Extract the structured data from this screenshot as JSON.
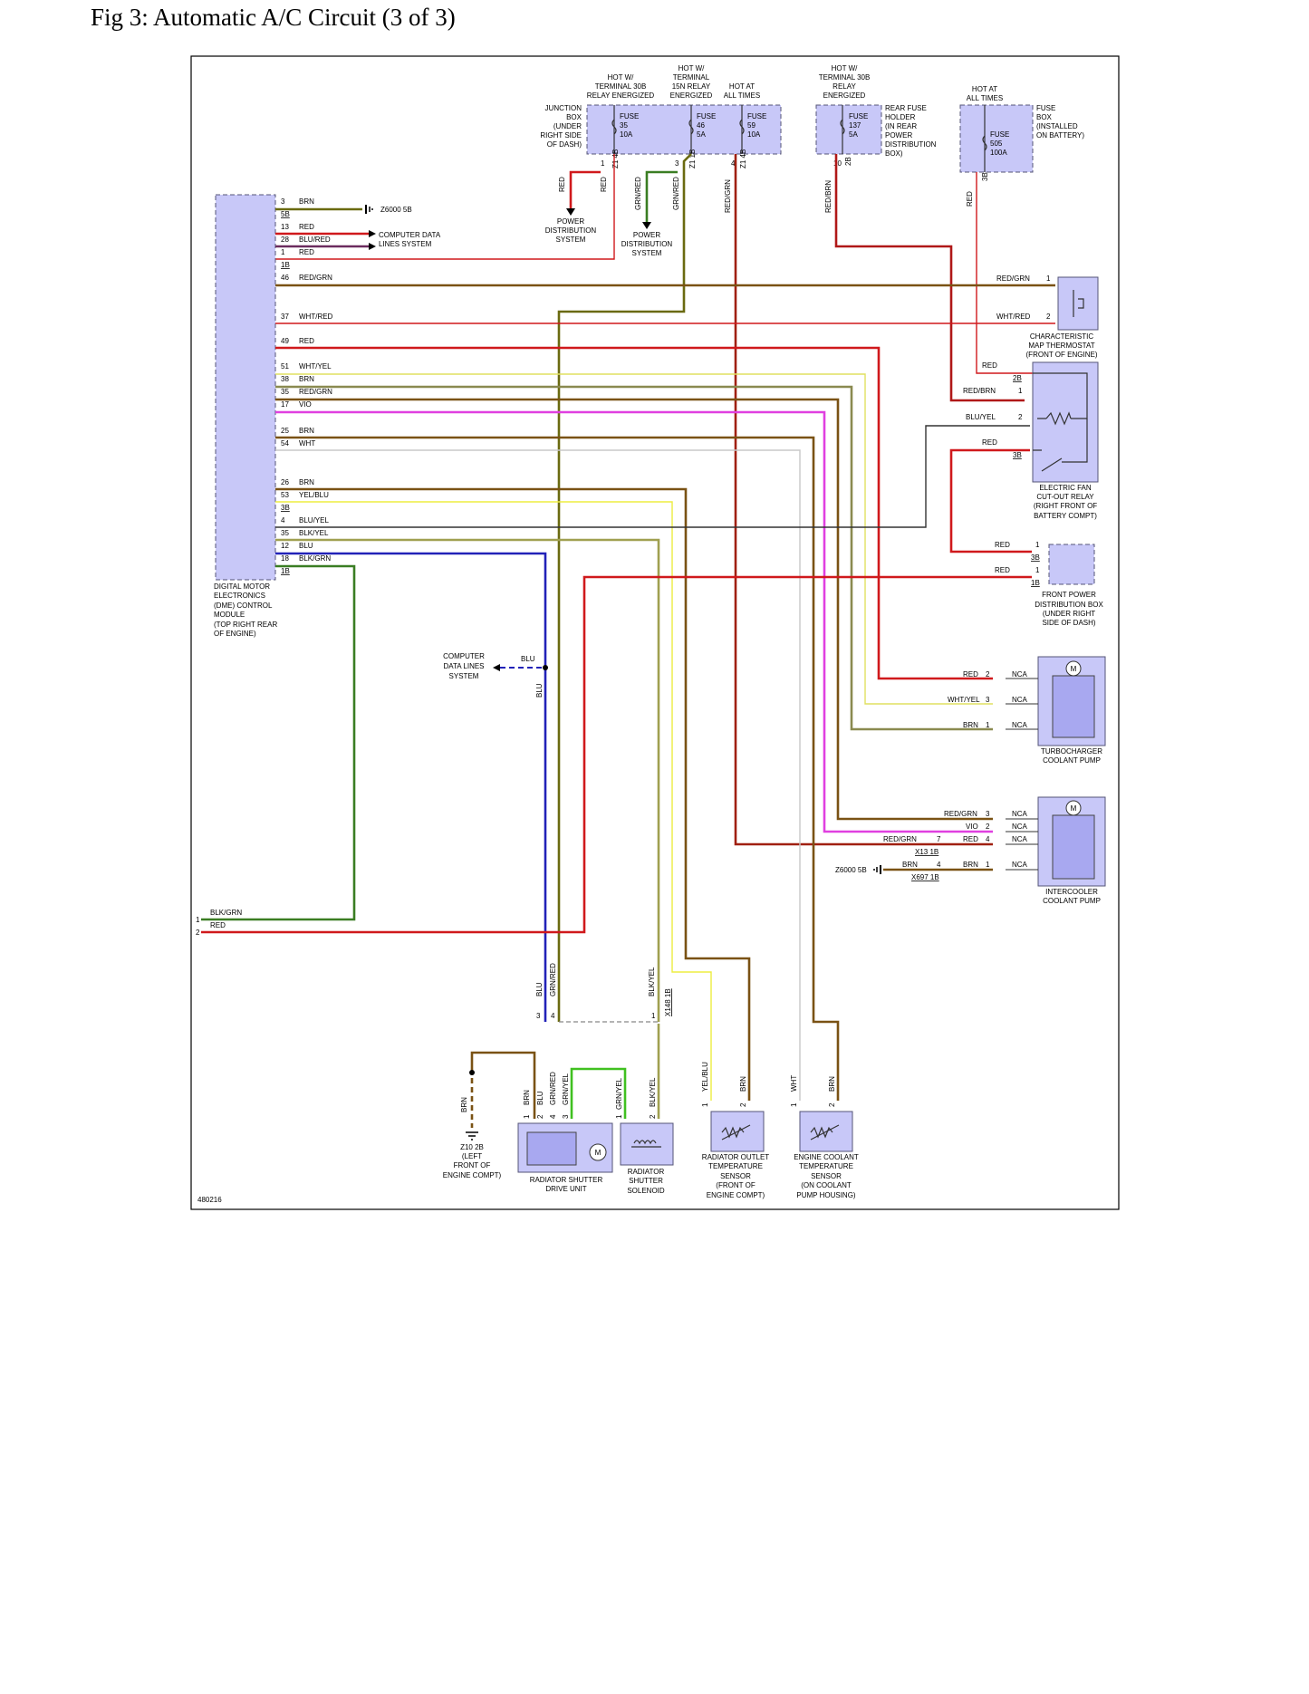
{
  "title": "Fig 3: Automatic A/C Circuit (3 of 3)",
  "figure_id": "480216",
  "colors": {
    "RED": "#d0191c",
    "BRN": "#7a5a14",
    "GRN": "#3a7d23",
    "BLU": "#2222b8",
    "VIO": "#e040e0",
    "WHT": "#c8c8c8",
    "YEL": "#e8e820",
    "BLK": "#222222",
    "component_fill": "#c8c8f8",
    "component_stroke": "#555577"
  },
  "header": {
    "supply1": [
      "HOT W/",
      "TERMINAL 30B",
      "RELAY ENERGIZED"
    ],
    "supply2": [
      "HOT W/",
      "TERMINAL",
      "15N RELAY",
      "ENERGIZED"
    ],
    "supply3": [
      "HOT AT",
      "ALL TIMES"
    ],
    "supply4": [
      "HOT W/",
      "TERMINAL 30B",
      "RELAY",
      "ENERGIZED"
    ],
    "supply5": [
      "HOT AT",
      "ALL TIMES"
    ]
  },
  "junction_box_label": [
    "JUNCTION",
    "BOX",
    "(UNDER",
    "RIGHT SIDE",
    "OF DASH)"
  ],
  "fuses": {
    "f35": [
      "FUSE",
      "35",
      "10A"
    ],
    "f46": [
      "FUSE",
      "46",
      "5A"
    ],
    "f59": [
      "FUSE",
      "59",
      "10A"
    ],
    "f137": [
      "FUSE",
      "137",
      "5A"
    ],
    "f505": [
      "FUSE",
      "505",
      "100A"
    ]
  },
  "rear_fuse_label": [
    "REAR FUSE",
    "HOLDER",
    "(IN REAR",
    "POWER",
    "DISTRIBUTION",
    "BOX)"
  ],
  "fuse_box_label": [
    "FUSE",
    "BOX",
    "(INSTALLED",
    "ON BATTERY)"
  ],
  "top_pins": {
    "p1": "1",
    "z1a": "Z1 4B",
    "p3": "3",
    "z1b": "Z1 1B",
    "p4": "4",
    "z1c": "Z1 4B",
    "p10": "10",
    "p2b": "2B",
    "p3b": "3B"
  },
  "top_wires": {
    "red1": "RED",
    "red2": "RED",
    "grnred1": "GRN/RED",
    "grnred2": "GRN/RED",
    "redgrn": "RED/GRN",
    "redbrn": "RED/BRN",
    "red3": "RED"
  },
  "pds_label": [
    "POWER",
    "DISTRIBUTION",
    "SYSTEM"
  ],
  "dme_pins": [
    {
      "pin": "3",
      "connector": "5B",
      "color": "BRN"
    },
    {
      "pin": "13",
      "color": "RED"
    },
    {
      "pin": "28",
      "color": "BLU/RED"
    },
    {
      "pin": "1",
      "connector": "1B",
      "color": "RED"
    },
    {
      "pin": "46",
      "color": "RED/GRN"
    },
    {
      "pin": "37",
      "color": "WHT/RED"
    },
    {
      "pin": "49",
      "color": "RED"
    },
    {
      "pin": "51",
      "color": "WHT/YEL"
    },
    {
      "pin": "38",
      "color": "BRN"
    },
    {
      "pin": "35",
      "color": "RED/GRN"
    },
    {
      "pin": "17",
      "color": "VIO"
    },
    {
      "pin": "25",
      "color": "BRN"
    },
    {
      "pin": "54",
      "color": "WHT"
    },
    {
      "pin": "26",
      "color": "BRN"
    },
    {
      "pin": "53",
      "connector": "3B",
      "color": "YEL/BLU"
    },
    {
      "pin": "4",
      "color": "BLU/YEL"
    },
    {
      "pin": "35",
      "color": "BLK/YEL"
    },
    {
      "pin": "12",
      "color": "BLU"
    },
    {
      "pin": "18",
      "connector": "1B",
      "color": "BLK/GRN"
    }
  ],
  "dme_label": [
    "DIGITAL MOTOR",
    "ELECTRONICS",
    "(DME) CONTROL",
    "MODULE",
    "(TOP RIGHT REAR",
    "OF ENGINE)"
  ],
  "ground_ref": "Z6000 5B",
  "data_lines_label": [
    "COMPUTER DATA",
    "LINES SYSTEM"
  ],
  "data_lines_label2": [
    "COMPUTER",
    "DATA LINES",
    "SYSTEM"
  ],
  "map_thermostat": {
    "label": [
      "CHARACTERISTIC",
      "MAP THERMOSTAT",
      "(FRONT OF ENGINE)"
    ],
    "w1": "RED/GRN",
    "p1": "1",
    "w2": "WHT/RED",
    "p2": "2"
  },
  "fan_relay": {
    "label": [
      "ELECTRIC FAN",
      "CUT-OUT RELAY",
      "(RIGHT FRONT OF",
      "BATTERY COMPT)"
    ],
    "w_red": "RED",
    "c2b": "2B",
    "w_redbrn": "RED/BRN",
    "p1": "1",
    "w_bluyel": "BLU/YEL",
    "p2": "2",
    "w_red2": "RED",
    "c3b": "3B"
  },
  "front_pdb": {
    "label": [
      "FRONT POWER",
      "DISTRIBUTION BOX",
      "(UNDER RIGHT",
      "SIDE OF DASH)"
    ],
    "w1": "RED",
    "p1": "1",
    "c1": "3B",
    "w2": "RED",
    "p2": "1",
    "c2": "1B"
  },
  "turbo_pump": {
    "label": [
      "TURBOCHARGER",
      "COOLANT PUMP"
    ],
    "pins": [
      {
        "wire": "RED",
        "pin": "2",
        "nca": "NCA"
      },
      {
        "wire": "WHT/YEL",
        "pin": "3",
        "nca": "NCA"
      },
      {
        "wire": "BRN",
        "pin": "1",
        "nca": "NCA"
      }
    ]
  },
  "intercooler_pump": {
    "label": [
      "INTERCOOLER",
      "COOLANT PUMP"
    ],
    "pins": [
      {
        "wire": "RED/GRN",
        "pin": "3",
        "nca": "NCA"
      },
      {
        "wire": "VIO",
        "pin": "2",
        "nca": "NCA"
      },
      {
        "wire": "RED",
        "pin": "4",
        "nca": "NCA"
      },
      {
        "wire": "BRN",
        "pin": "1",
        "nca": "NCA"
      }
    ],
    "x13": "X13 1B",
    "x697": "X697 1B",
    "redgrn": "RED/GRN",
    "p7": "7",
    "brn": "BRN",
    "p4": "4"
  },
  "left_conn": [
    {
      "pin": "1",
      "color": "BLK/GRN"
    },
    {
      "pin": "2",
      "color": "RED"
    }
  ],
  "bottom": {
    "blu": "BLU",
    "grnred": "GRN/RED",
    "blkyel": "BLK/YEL",
    "x148": "X148 1B",
    "p3": "3",
    "p4": "4",
    "p1": "1",
    "brn": "BRN",
    "blu2": "BLU",
    "grnred2": "GRN/RED",
    "grnyel": "GRN/YEL",
    "grnyel2": "GRN/YEL",
    "blkyel2": "BLK/YEL",
    "yelblu": "YEL/BLU",
    "brn2": "BRN",
    "wht": "WHT",
    "brn3": "BRN",
    "pin1": "1",
    "pin2": "2",
    "pin4": "4",
    "pin3": "3"
  },
  "ground_z10": [
    "Z10 2B",
    "(LEFT",
    "FRONT OF",
    "ENGINE COMPT)"
  ],
  "shutter_drive": [
    "RADIATOR SHUTTER",
    "DRIVE UNIT"
  ],
  "shutter_solenoid": [
    "RADIATOR",
    "SHUTTER",
    "SOLENOID"
  ],
  "rad_outlet": [
    "RADIATOR OUTLET",
    "TEMPERATURE",
    "SENSOR",
    "(FRONT OF",
    "ENGINE COMPT)"
  ],
  "coolant_temp": [
    "ENGINE COOLANT",
    "TEMPERATURE",
    "SENSOR",
    "(ON COOLANT",
    "PUMP HOUSING)"
  ],
  "motor_symbol": "M"
}
